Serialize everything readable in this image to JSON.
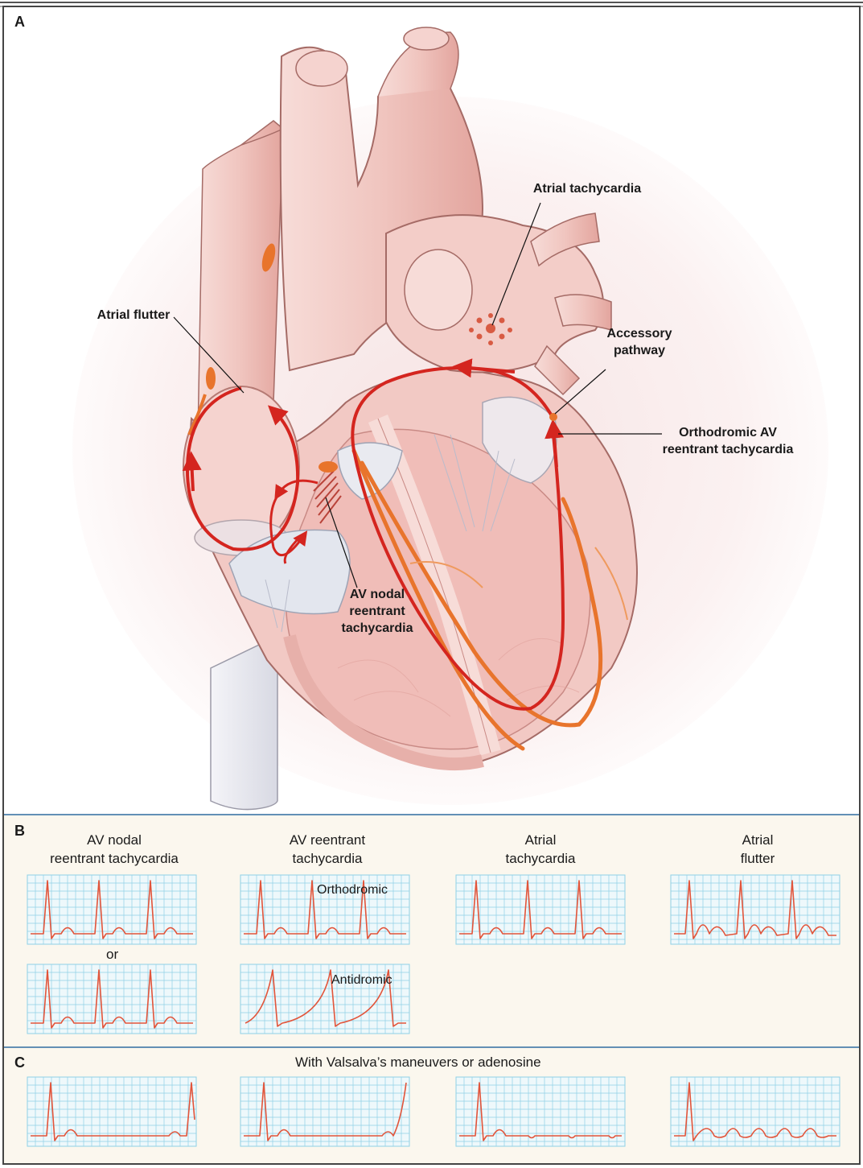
{
  "panels": {
    "a": {
      "letter": "A",
      "labels": {
        "atrial_tachycardia": "Atrial tachycardia",
        "atrial_flutter": "Atrial flutter",
        "accessory_pathway_1": "Accessory",
        "accessory_pathway_2": "pathway",
        "orthodromic_1": "Orthodromic AV",
        "orthodromic_2": "reentrant tachycardia",
        "avnrt_1": "AV nodal",
        "avnrt_2": "reentrant",
        "avnrt_3": "tachycardia"
      }
    },
    "b": {
      "letter": "B",
      "columns": [
        {
          "line1": "AV nodal",
          "line2": "reentrant tachycardia"
        },
        {
          "line1": "AV reentrant",
          "line2": "tachycardia"
        },
        {
          "line1": "Atrial",
          "line2": "tachycardia"
        },
        {
          "line1": "Atrial",
          "line2": "flutter"
        }
      ],
      "or_label": "or",
      "orthodromic_label": "Orthodromic",
      "antidromic_label": "Antidromic"
    },
    "c": {
      "letter": "C",
      "caption": "With Valsalva’s maneuvers or adenosine"
    }
  },
  "colors": {
    "heart_fill": "#f2c9c4",
    "heart_dark": "#d9938c",
    "reentry_red": "#d4251f",
    "conduction_orange": "#e8742c",
    "ecg_grid": "#8fd0e6",
    "ecg_bg": "#eef8fb",
    "ecg_trace": "#e2543a",
    "panel_bg": "#fbf7ee",
    "divider": "#2f6c9e"
  }
}
